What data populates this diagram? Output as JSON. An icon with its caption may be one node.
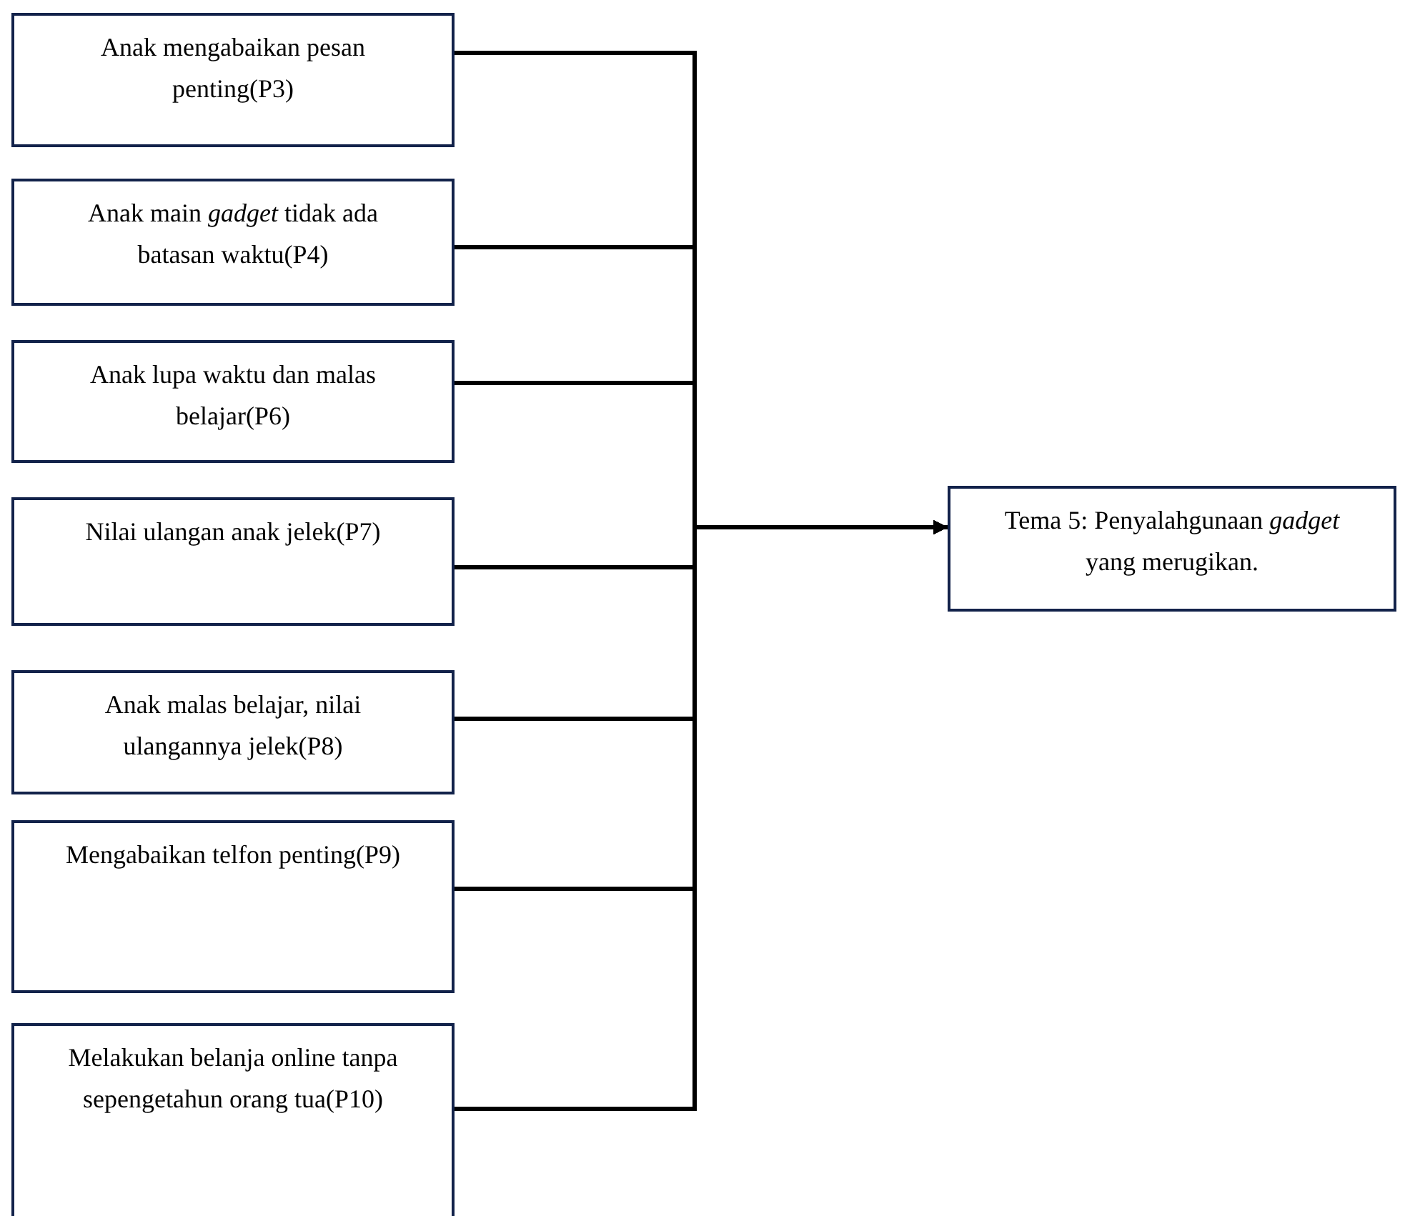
{
  "diagram": {
    "nodes": [
      {
        "text": [
          "Anak mengabaikan pesan penting(P3)"
        ]
      },
      {
        "text": [
          "Anak main *gadget* tidak ada batasan waktu(P4)"
        ]
      },
      {
        "text": [
          "Anak lupa waktu dan malas belajar(P6)"
        ]
      },
      {
        "text": [
          "Nilai ulangan anak jelek(P7)"
        ]
      },
      {
        "text": [
          "Anak malas belajar, nilai ulangannya jelek(P8)"
        ]
      },
      {
        "text": [
          "Mengabaikan telfon penting(P9)"
        ]
      },
      {
        "text": [
          "Melakukan belanja online tanpa sepengetahun orang tua(P10)"
        ]
      },
      {
        "text": [
          "Tema 5: Penyalahgunaan *gadget* yang merugikan."
        ]
      }
    ],
    "edges": [
      {
        "from": 0,
        "to": 7,
        "arrow": "to"
      },
      {
        "from": 1,
        "to": 7,
        "arrow": "to"
      },
      {
        "from": 2,
        "to": 7,
        "arrow": "to"
      },
      {
        "from": 3,
        "to": 7,
        "arrow": "to"
      },
      {
        "from": 4,
        "to": 7,
        "arrow": "to"
      },
      {
        "from": 5,
        "to": 7,
        "arrow": "to"
      },
      {
        "from": 6,
        "to": 7,
        "arrow": "to"
      }
    ]
  }
}
